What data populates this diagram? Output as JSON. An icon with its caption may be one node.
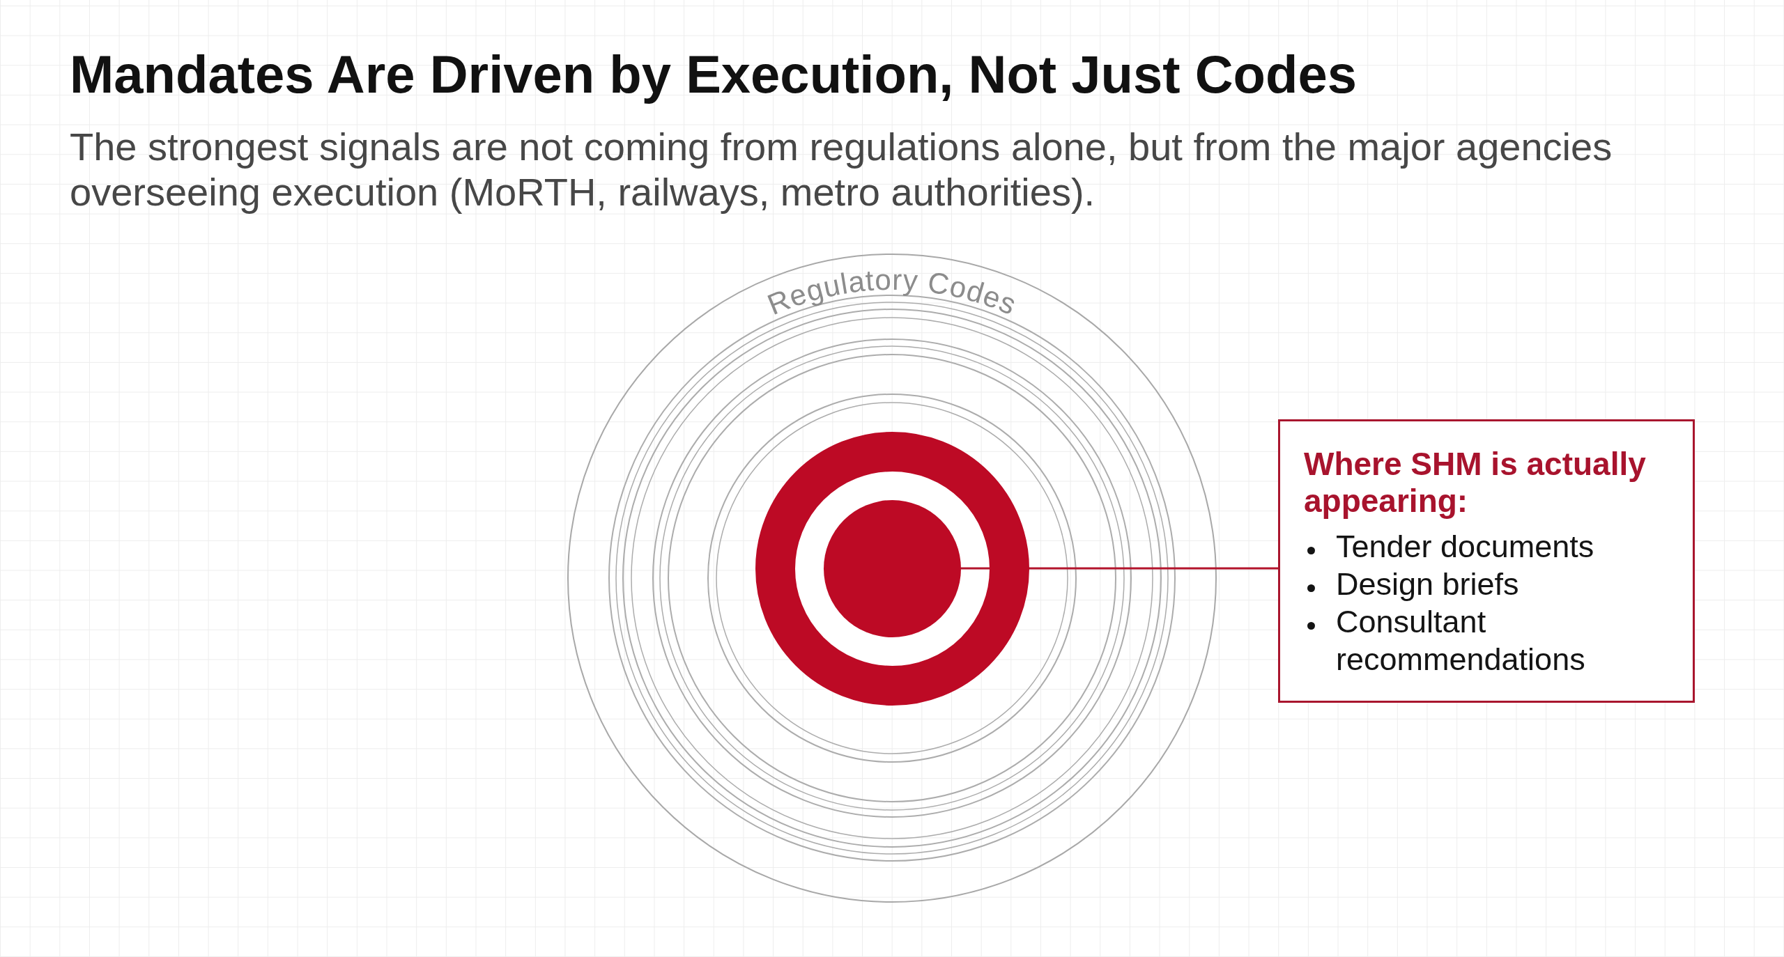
{
  "diagram": {
    "title": "Mandates Are Driven by Execution, Not Just Codes",
    "nodes": [
      {
        "text": [
          "Regulatory Codes"
        ]
      },
      {
        "text": [],
        "shape": "circle",
        "in": 0
      },
      {
        "text": [],
        "shape": "circle",
        "in": 1
      },
      {
        "text": [
          "Where SHM is actually appearing:",
          "Tender documents",
          "Design briefs",
          "Consultant recommendations"
        ]
      }
    ],
    "edges": [
      {
        "from": 3,
        "to": 2,
        "arrow": "none"
      }
    ],
    "labels": [
      "The strongest signals are not coming from regulations alone, but from the major agencies overseeing execution (MoRTH, railways, metro authorities)."
    ]
  }
}
